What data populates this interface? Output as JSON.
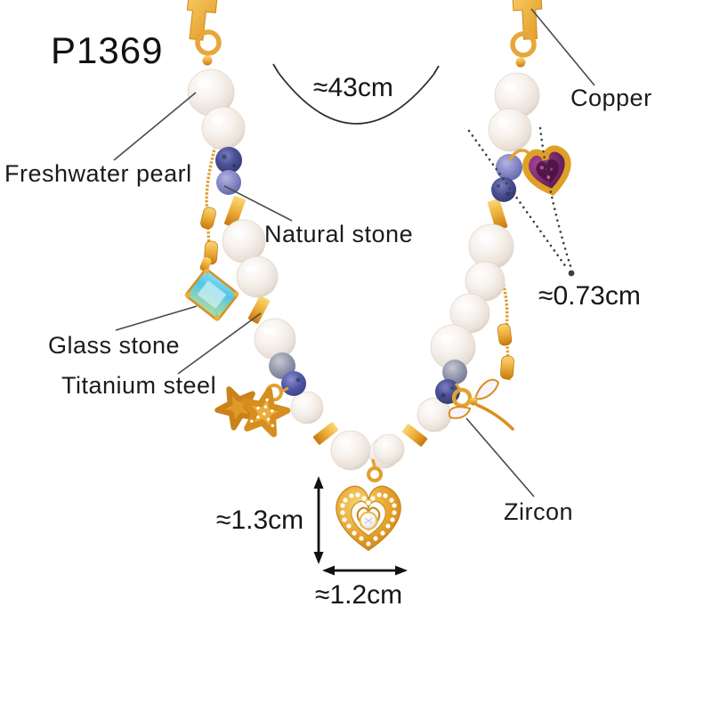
{
  "product": {
    "code": "P1369"
  },
  "labels": {
    "copper": "Copper",
    "freshwater_pearl": "Freshwater pearl",
    "natural_stone": "Natural stone",
    "glass_stone": "Glass stone",
    "titanium_steel": "Titanium steel",
    "zircon": "Zircon"
  },
  "measurements": {
    "chain_length": "≈43cm",
    "heart_charm_size": "≈0.73cm",
    "pendant_height": "≈1.3cm",
    "pendant_width": "≈1.2cm"
  },
  "materials_colors": {
    "gold": "#E8A63C",
    "gold_dark": "#C07818",
    "gold_light": "#F8D878",
    "pearl_white": "#F3EDE7",
    "natural_stone_navy": "#3C4583",
    "natural_stone_violet": "#7B7DBD",
    "glass_stone_aqua": "#4FC6E8",
    "gem_purple": "#7D2A6E",
    "zircon_white": "#FFFFFF",
    "annotation_line": "#3f3f3f",
    "text": "#1B1B1B",
    "background": "#FFFFFF"
  }
}
